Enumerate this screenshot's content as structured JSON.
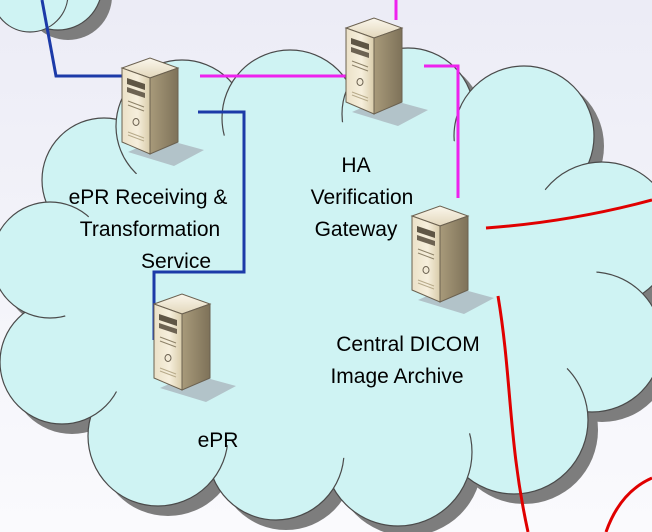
{
  "colors": {
    "cloud_fill": "#cff3f3",
    "cloud_stroke": "#4a4a4a",
    "shadow": "#7a7a7a",
    "link_blue": "#1c3aa8",
    "link_magenta": "#ee22ee",
    "link_red": "#e00000"
  },
  "nodes": {
    "epr_receiving": {
      "label_lines": [
        "ePR Receiving &",
        "Transformation",
        "Service"
      ],
      "icon": "server-tower-icon"
    },
    "ha_gateway": {
      "label_lines": [
        "HA",
        "Verification",
        "Gateway"
      ],
      "icon": "server-tower-icon"
    },
    "central_archive": {
      "label_lines": [
        "Central DICOM",
        "Image Archive"
      ],
      "icon": "server-tower-icon"
    },
    "epr": {
      "label_lines": [
        "ePR"
      ],
      "icon": "server-tower-icon"
    }
  }
}
